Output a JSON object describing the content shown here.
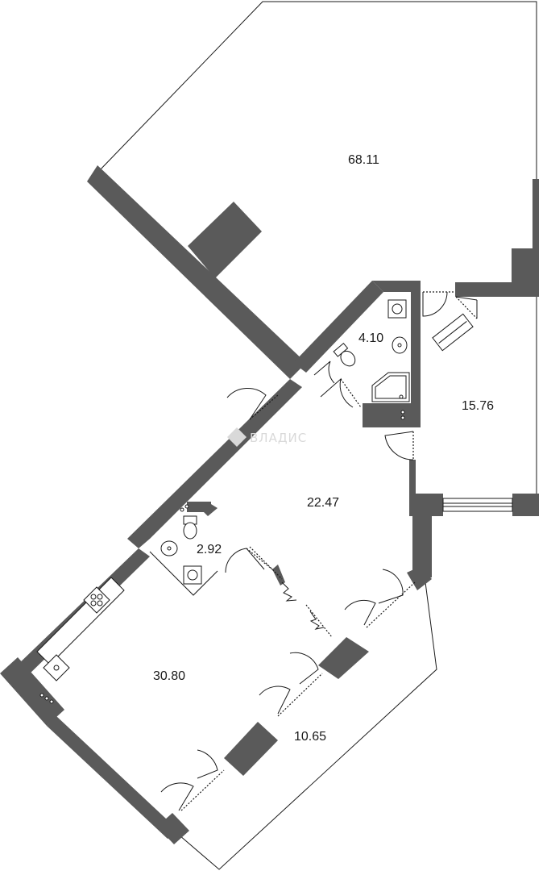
{
  "rooms": [
    {
      "id": "living_large",
      "area": "68.11"
    },
    {
      "id": "bathroom_1",
      "area": "4.10"
    },
    {
      "id": "bedroom",
      "area": "15.76"
    },
    {
      "id": "hall",
      "area": "22.47"
    },
    {
      "id": "bathroom_2",
      "area": "2.92"
    },
    {
      "id": "kitchen_living",
      "area": "30.80"
    },
    {
      "id": "terrace",
      "area": "10.65"
    }
  ],
  "watermark": {
    "text": "ВЛАДИС"
  },
  "colors": {
    "wall": "#5a5a5a",
    "line": "#1a1a1a",
    "background": "#ffffff",
    "watermark": "#d9d9d9"
  }
}
